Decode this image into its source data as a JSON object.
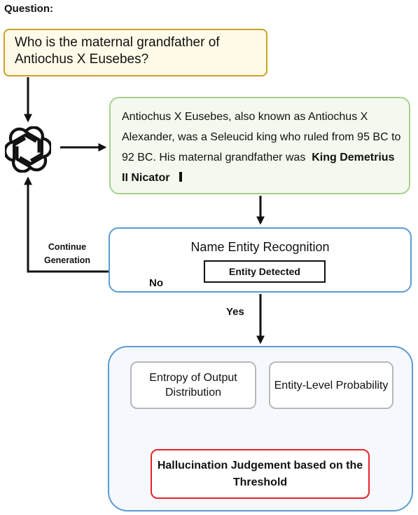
{
  "question_heading": "Question:",
  "question": "Who is the maternal grandfather of Antiochus X Eusebes?",
  "answer": {
    "text": "Antiochus X Eusebes, also known as Antiochus X Alexander, was a Seleucid king who ruled from 95 BC to 92 BC. His maternal grandfather was",
    "entity": "King Demetrius II Nicator"
  },
  "ner": {
    "title": "Name Entity Recognition",
    "entity_detected": "Entity Detected"
  },
  "labels": {
    "no": "No",
    "yes": "Yes",
    "continue_generation": "Continue Generation"
  },
  "detection": {
    "entropy": "Entropy of Output Distribution",
    "entity_probability": "Entity-Level Probability",
    "judgement": "Hallucination Judgement based on the Threshold"
  },
  "colors": {
    "question_border": "#c9a227",
    "answer_border": "#a9d18e",
    "ner_border": "#5b9bd5",
    "feature_border": "#b8b8b8",
    "judgement_border": "#e8222a"
  },
  "icons": {
    "llm": "openai-logo-icon"
  }
}
